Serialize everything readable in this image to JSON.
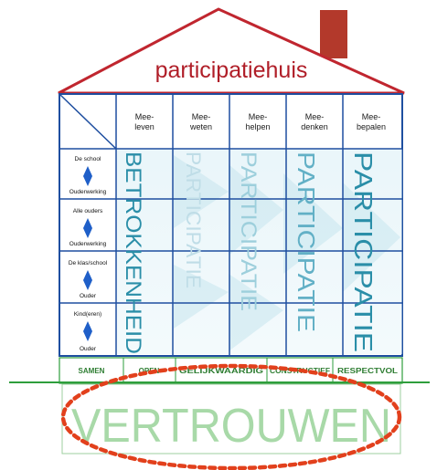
{
  "title": "participatiehuis",
  "columns": [
    {
      "line1": "Mee-",
      "line2": "leven"
    },
    {
      "line1": "Mee-",
      "line2": "weten"
    },
    {
      "line1": "Mee-",
      "line2": "helpen"
    },
    {
      "line1": "Mee-",
      "line2": "denken"
    },
    {
      "line1": "Mee-",
      "line2": "bepalen"
    }
  ],
  "rows": [
    {
      "top": "De school",
      "bottom": "Ouderwerking"
    },
    {
      "top": "Alle ouders",
      "bottom": "Ouderwerking"
    },
    {
      "top": "De klas/school",
      "bottom": "Ouder"
    },
    {
      "top": "Kind(eren)",
      "bottom": "Ouder"
    }
  ],
  "vertical_labels": [
    "BETROKKENHEID",
    "PARTICIPATIE",
    "PARTICIPATIE",
    "PARTICIPATIE",
    "PARTICIPATIE"
  ],
  "foundation": [
    "SAMEN",
    "OPEN",
    "GELIJKWAARDIG",
    "CONSTRUCTIEF",
    "RESPECTVOL"
  ],
  "base_word": "VERTROUWEN",
  "colors": {
    "roof": "#c0262f",
    "title": "#b01e28",
    "grid": "#1f4fa0",
    "chimney": "#b3392b",
    "teal": "#2a8ea8",
    "green": "#2e9e3c",
    "dashed": "#e2401c"
  }
}
